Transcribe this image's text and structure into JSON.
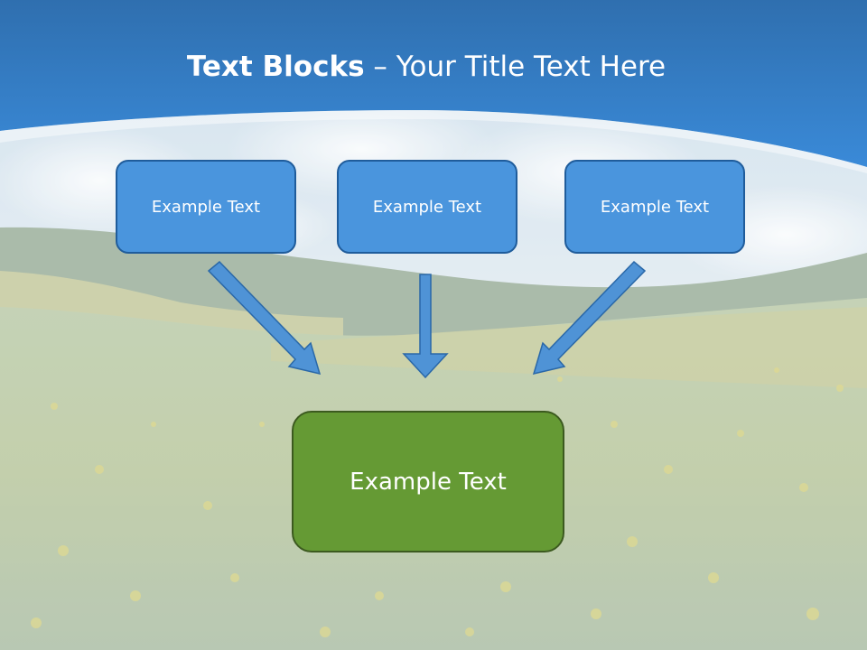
{
  "title": {
    "bold": "Text Blocks",
    "dash": "–",
    "rest": "Your Title Text Here"
  },
  "boxes": [
    {
      "label": "Example Text"
    },
    {
      "label": "Example Text"
    },
    {
      "label": "Example Text"
    }
  ],
  "main_box": {
    "label": "Example Text"
  },
  "colors": {
    "header_blue": "#2e7fd0",
    "box_blue": "#4a95dd",
    "box_blue_border": "#1f5c9b",
    "box_green": "#659a34",
    "box_green_border": "#3c5a1f",
    "arrow_fill": "#4f93d6",
    "arrow_stroke": "#2a68a8"
  }
}
